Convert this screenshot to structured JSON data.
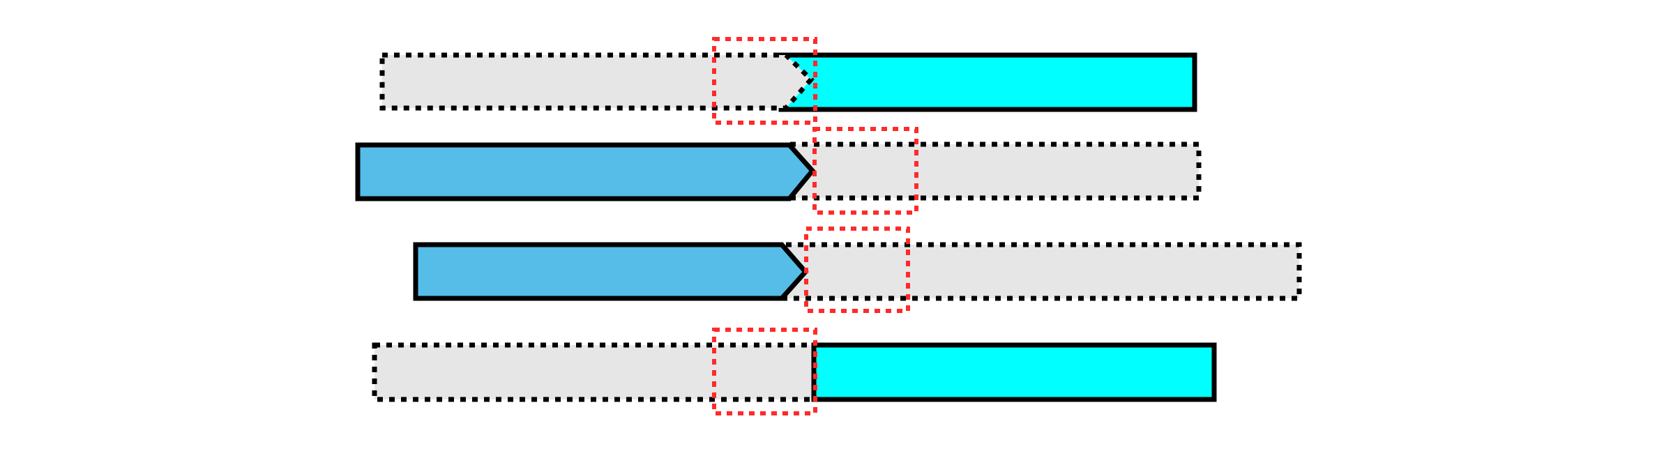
{
  "colors": {
    "background": "#ffffff",
    "outline": "#000000",
    "placeholder_fill": "#e6e6e6",
    "arrow_fill": "#55bde8",
    "block_fill": "#00ffff",
    "highlight": "#ff2a2a"
  },
  "rows": [
    {
      "left_segment": "placeholder-arrow",
      "right_segment": "solid-cyan-block",
      "highlight": "junction-box"
    },
    {
      "left_segment": "solid-blue-arrow",
      "right_segment": "placeholder-block",
      "highlight": "junction-box"
    },
    {
      "left_segment": "solid-blue-arrow",
      "right_segment": "placeholder-block",
      "highlight": "junction-box"
    },
    {
      "left_segment": "placeholder-block",
      "right_segment": "solid-cyan-block",
      "highlight": "junction-box"
    }
  ]
}
